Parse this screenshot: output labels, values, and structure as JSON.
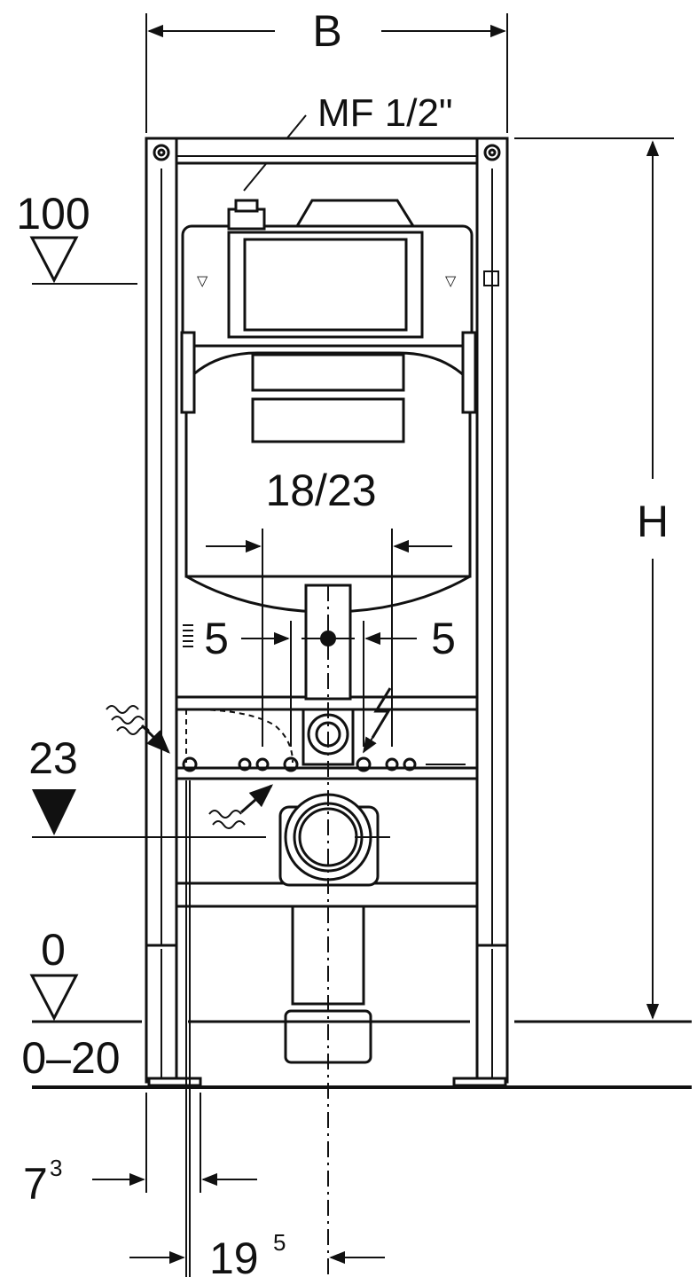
{
  "labels": {
    "width_label": "B",
    "height_label": "H",
    "connection_label": "MF 1/2\"",
    "level_100": "100",
    "level_23": "23",
    "level_0": "0",
    "range_0_20": "0–20",
    "spacing_18_23": "18/23",
    "offset_left_5": "5",
    "offset_right_5": "5",
    "dim_7_base": "7",
    "dim_7_sup": "3",
    "dim_19_base": "19",
    "dim_19_sup": "5"
  },
  "colors": {
    "line": "#111111",
    "background": "#ffffff"
  },
  "icons": [
    "level-marker-open-icon",
    "level-marker-filled-icon",
    "water-inlet-wave-icon",
    "electric-lightning-icon"
  ]
}
